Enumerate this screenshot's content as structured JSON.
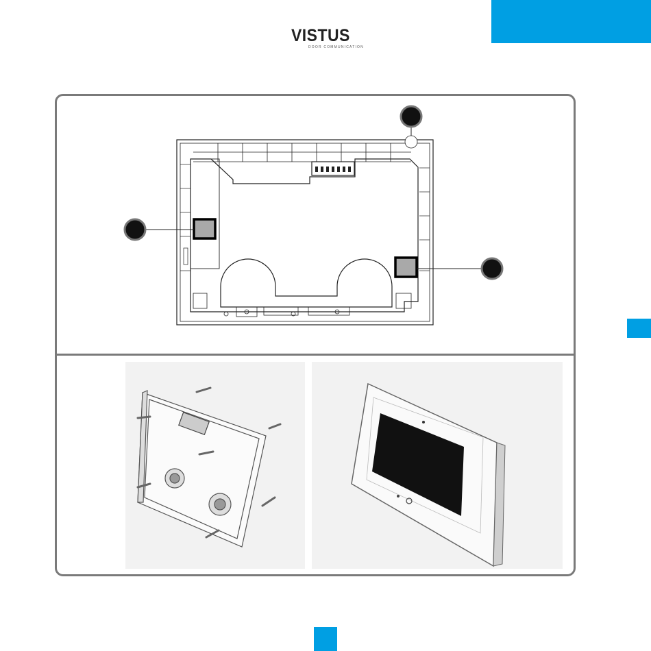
{
  "brand": {
    "logo_text": "VISTUS",
    "logo_tagline": "DOOR COMMUNICATION"
  },
  "colors": {
    "accent": "#009fe3",
    "frame": "#7a7a7a",
    "marker": "#111111"
  },
  "icons": [
    "vistus-logo",
    "callout-marker",
    "wall-anchor",
    "screw",
    "speaker-grille"
  ]
}
